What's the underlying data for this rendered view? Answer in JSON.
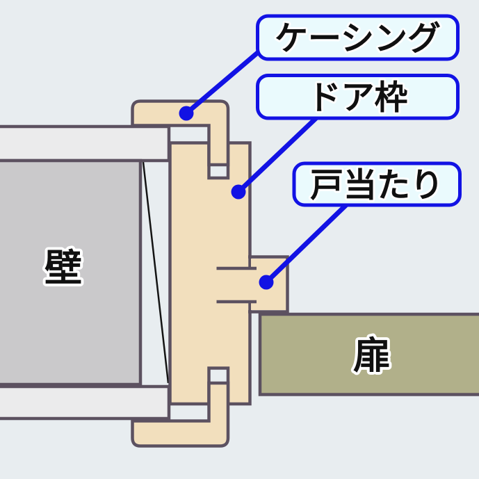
{
  "diagram": {
    "type": "door-frame-cross-section",
    "callouts": [
      {
        "id": "casing",
        "label": "ケーシング"
      },
      {
        "id": "door-frame",
        "label": "ドア枠"
      },
      {
        "id": "door-stop",
        "label": "戸当たり"
      }
    ],
    "part_labels": {
      "wall": "壁",
      "door": "扉"
    },
    "colors": {
      "background": "#e8edf0",
      "wood": "#f2dfbd",
      "wall": "#cac9cb",
      "wall_board": "#ebebec",
      "door": "#b1b08a",
      "outline": "#5c5160",
      "callout_blue": "#1212e4",
      "callout_fill": "#eafafd"
    }
  }
}
